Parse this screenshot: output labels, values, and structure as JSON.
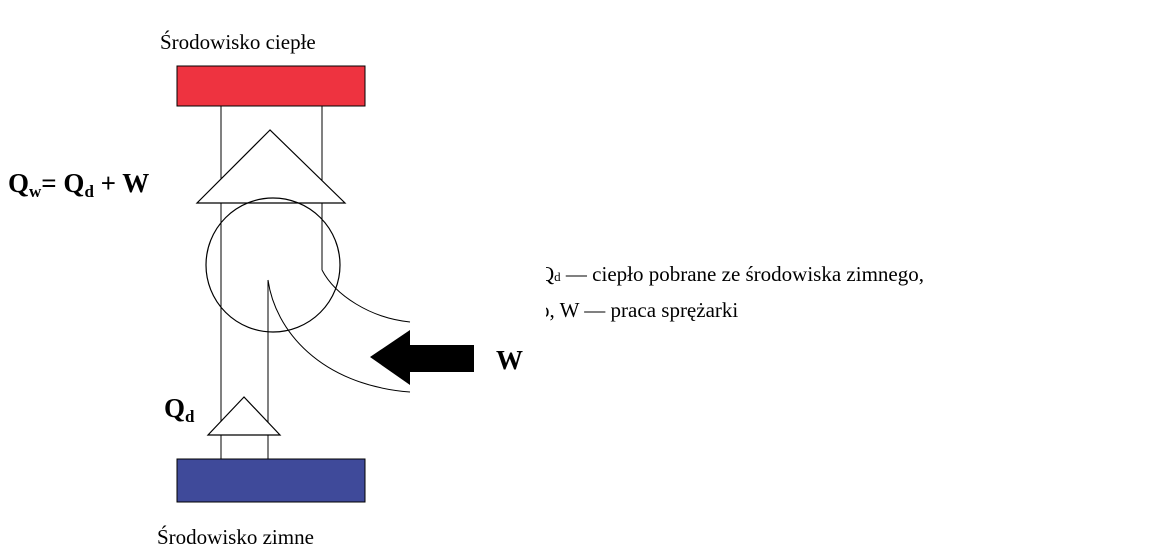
{
  "diagram": {
    "hot_env_label": "Środowisko ciepłe",
    "cold_env_label": "Środowisko zimne",
    "qw_symbol": "Q",
    "qw_sub": "w",
    "qw_eq": "= Q",
    "qw_eq_sub": "d",
    "qw_rest": " + W",
    "qd_symbol": "Q",
    "qd_sub": "d",
    "w_input": "W",
    "colors": {
      "hot": "#ee3340",
      "cold": "#3f4a9a",
      "arrow_fill": "#ffffff",
      "work_arrow": "#000000"
    }
  },
  "description": {
    "line1_prefix": "Q",
    "line1_sub": "d",
    "line1_text": " — ciepło pobrane ze środowiska zimnego,",
    "line2_text": "o, W — praca sprężarki"
  }
}
